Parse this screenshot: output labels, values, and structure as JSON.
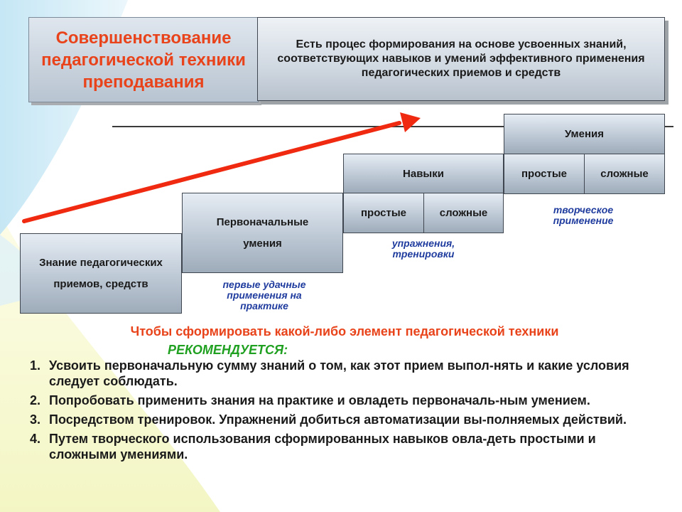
{
  "title": "Совершенствование педагогической техники преподавания",
  "definition": "Есть процес формирования на основе усвоенных знаний, соответствующих навыков и умений эффективного применения педагогических приемов и средств",
  "steps": {
    "knowledge": "Знание педагогических приемов, средств",
    "initial": "Первоначальные умения",
    "skills": {
      "label": "Навыки",
      "simple": "простые",
      "complex": "сложные"
    },
    "abilities": {
      "label": "Умения",
      "simple": "простые",
      "complex": "сложные"
    }
  },
  "notes": {
    "initial": "первые удачные применения на практике",
    "skills": "упражнения, тренировки",
    "abilities": "творческое применение"
  },
  "intro": "Чтобы сформировать какой-либо элемент педагогической техники",
  "recommended": "РЕКОМЕНДУЕТСЯ:",
  "recommendations": [
    {
      "num": "1.",
      "text": "Усвоить первоначальную сумму знаний о том, как этот прием выпол-нять и какие условия следует соблюдать."
    },
    {
      "num": "2.",
      "text": "Попробовать применить знания на практике и овладеть первоначаль-ным умением."
    },
    {
      "num": "3.",
      "text": "Посредством тренировок. Упражнений добиться автоматизации вы-полняемых действий."
    },
    {
      "num": "4.",
      "text": "Путем творческого использования сформированных навыков овла-деть простыми и сложными умениями."
    }
  ],
  "colors": {
    "title": "#e8431a",
    "accent_green": "#20a020",
    "note_blue": "#1f3c9e",
    "arrow": "#f02a10"
  }
}
